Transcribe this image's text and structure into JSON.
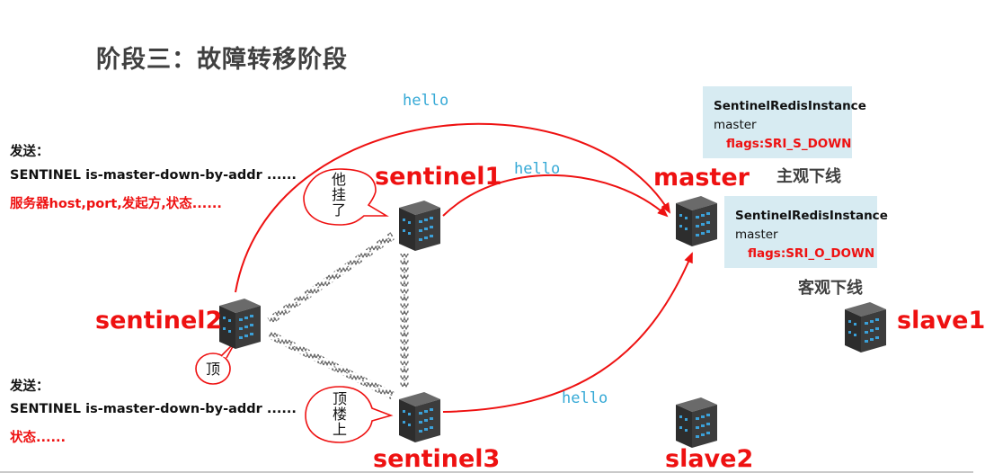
{
  "title": "阶段三：故障转移阶段",
  "nodes": {
    "sentinel1": "sentinel1",
    "sentinel2": "sentinel2",
    "sentinel3": "sentinel3",
    "master": "master",
    "slave1": "slave1",
    "slave2": "slave2"
  },
  "messages": {
    "hello_top": "hello",
    "hello_s1_master": "hello",
    "hello_s3_master": "hello"
  },
  "send_note_top": {
    "label": "发送：",
    "command": "SENTINEL is-master-down-by-addr ......",
    "params": "服务器host,port,发起方,状态......"
  },
  "send_note_bottom": {
    "label": "发送：",
    "command": "SENTINEL is-master-down-by-addr ......",
    "params": "状态......"
  },
  "info_box_subjective": {
    "class_name": "SentinelRedisInstance",
    "role": "master",
    "flags": "flags:SRI_S_DOWN",
    "caption": "主观下线"
  },
  "info_box_objective": {
    "class_name": "SentinelRedisInstance",
    "role": "master",
    "flags": "flags:SRI_O_DOWN",
    "caption": "客观下线"
  },
  "bubbles": {
    "sentinel1_speech": [
      "他",
      "挂",
      "了"
    ],
    "sentinel2_speech": "顶",
    "sentinel3_speech": [
      "顶",
      "楼",
      "上"
    ]
  },
  "colors": {
    "accent_red": "#ee1111",
    "hello_blue": "#35a9d6",
    "info_box_bg": "#d7ebf2",
    "title_gray": "#404040"
  }
}
